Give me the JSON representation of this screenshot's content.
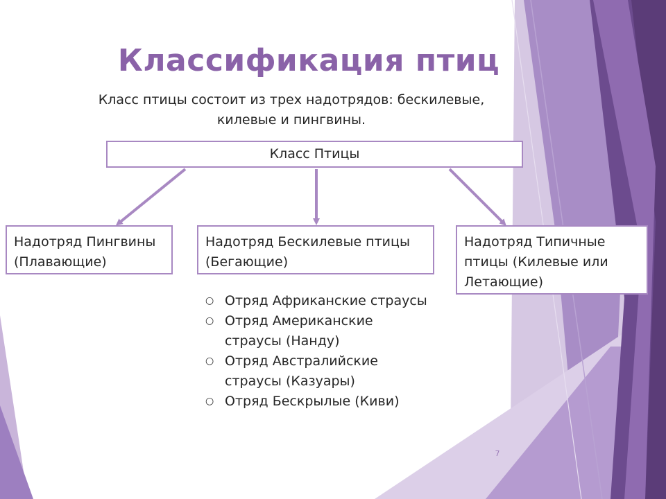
{
  "title": "Классификация птиц",
  "subtitle": "Класс птицы состоит из трех надотрядов: бескилевые, килевые и пингвины.",
  "root": {
    "label": "Класс Птицы"
  },
  "superorders": [
    {
      "label": "Надотряд Пингвины (Плавающие)"
    },
    {
      "label": "Надотряд Бескилевые птицы (Бегающие)"
    },
    {
      "label": "Надотряд Типичные птицы (Килевые или Летающие)"
    }
  ],
  "orders": [
    "Отряд Африканские страусы",
    "Отряд Американские страусы (Нанду)",
    "Отряд Австралийские страусы (Казуары)",
    "Отряд Бескрылые (Киви)"
  ],
  "page_number": "7",
  "colors": {
    "accent": "#8a62a8",
    "box_border": "#a888c2",
    "arrow": "#a888c2",
    "deco_dark": "#5b3c78",
    "deco_mid": "#8f6bb0",
    "deco_light": "#c9b5da"
  }
}
